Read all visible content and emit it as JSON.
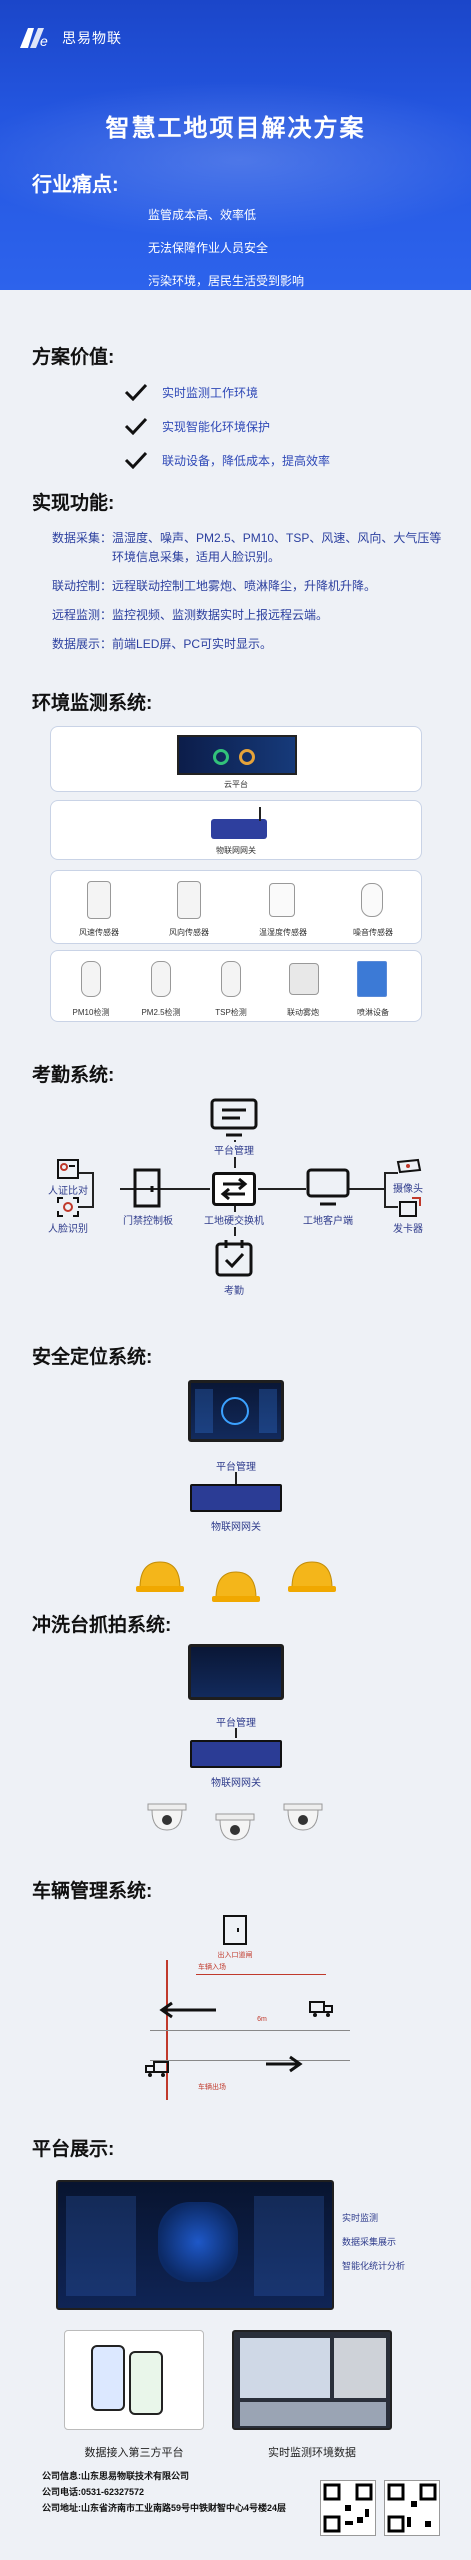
{
  "brand": {
    "name": "思易物联"
  },
  "hero": {
    "title": "智慧工地项目解决方案"
  },
  "pain": {
    "title": "行业痛点:",
    "items": [
      "监管成本高、效率低",
      "无法保障作业人员安全",
      "污染环境，居民生活受到影响"
    ]
  },
  "value": {
    "title": "方案价值:",
    "items": [
      "实时监测工作环境",
      "实现智能化环境保护",
      "联动设备，降低成本，提高效率"
    ]
  },
  "functions": {
    "title": "实现功能:",
    "items": [
      {
        "key": "数据采集：",
        "val": "温湿度、噪声、PM2.5、PM10、TSP、风速、风向、大气压等环境信息采集，适用人脸识别。"
      },
      {
        "key": "联动控制：",
        "val": "远程联动控制工地雾炮、喷淋降尘，升降机升降。"
      },
      {
        "key": "远程监测：",
        "val": "监控视频、监测数据实时上报远程云端。"
      },
      {
        "key": "数据展示：",
        "val": "前端LED屏、PC可实时显示。"
      }
    ]
  },
  "env": {
    "title": "环境监测系统:",
    "cloud_label": "云平台",
    "gateway_label": "物联网网关",
    "sensors": [
      "风速传感器",
      "风向传感器",
      "温湿度传感器",
      "噪音传感器"
    ],
    "devices": [
      "PM10检测",
      "PM2.5检测",
      "TSP检测",
      "联动雾炮",
      "喷淋设备"
    ]
  },
  "attendance": {
    "title": "考勤系统:",
    "platform": "平台管理",
    "switch": "工地硬交换机",
    "client": "工地客户端",
    "gate": "门禁控制板",
    "id": "人证比对",
    "face": "人脸识别",
    "camera": "摄像头",
    "card": "发卡器",
    "check": "考勤"
  },
  "safety": {
    "title": "安全定位系统:",
    "platform": "平台管理",
    "gateway": "物联网网关"
  },
  "wash": {
    "title": "冲洗台抓拍系统:",
    "platform": "平台管理",
    "gateway": "物联网网关"
  },
  "vehicle": {
    "title": "车辆管理系统:",
    "box": "出入口道闸",
    "in_label": "车辆入场",
    "out_label": "车辆出场",
    "dist": "6m"
  },
  "platform": {
    "title": "平台展示:",
    "features": [
      "实时监测",
      "数据采集展示",
      "智能化统计分析"
    ],
    "cap_left": "数据接入第三方平台",
    "cap_right": "实时监测环境数据"
  },
  "footer": {
    "company": "公司信息:山东思易物联技术有限公司",
    "phone": "公司电话:0531-62327572",
    "address": "公司地址:山东省济南市工业南路59号中铁财智中心4号楼24层"
  },
  "colors": {
    "blue": "#2456e0",
    "accent": "#2f49b7",
    "bg": "#eef1f6",
    "helmet": "#f4b61a"
  }
}
